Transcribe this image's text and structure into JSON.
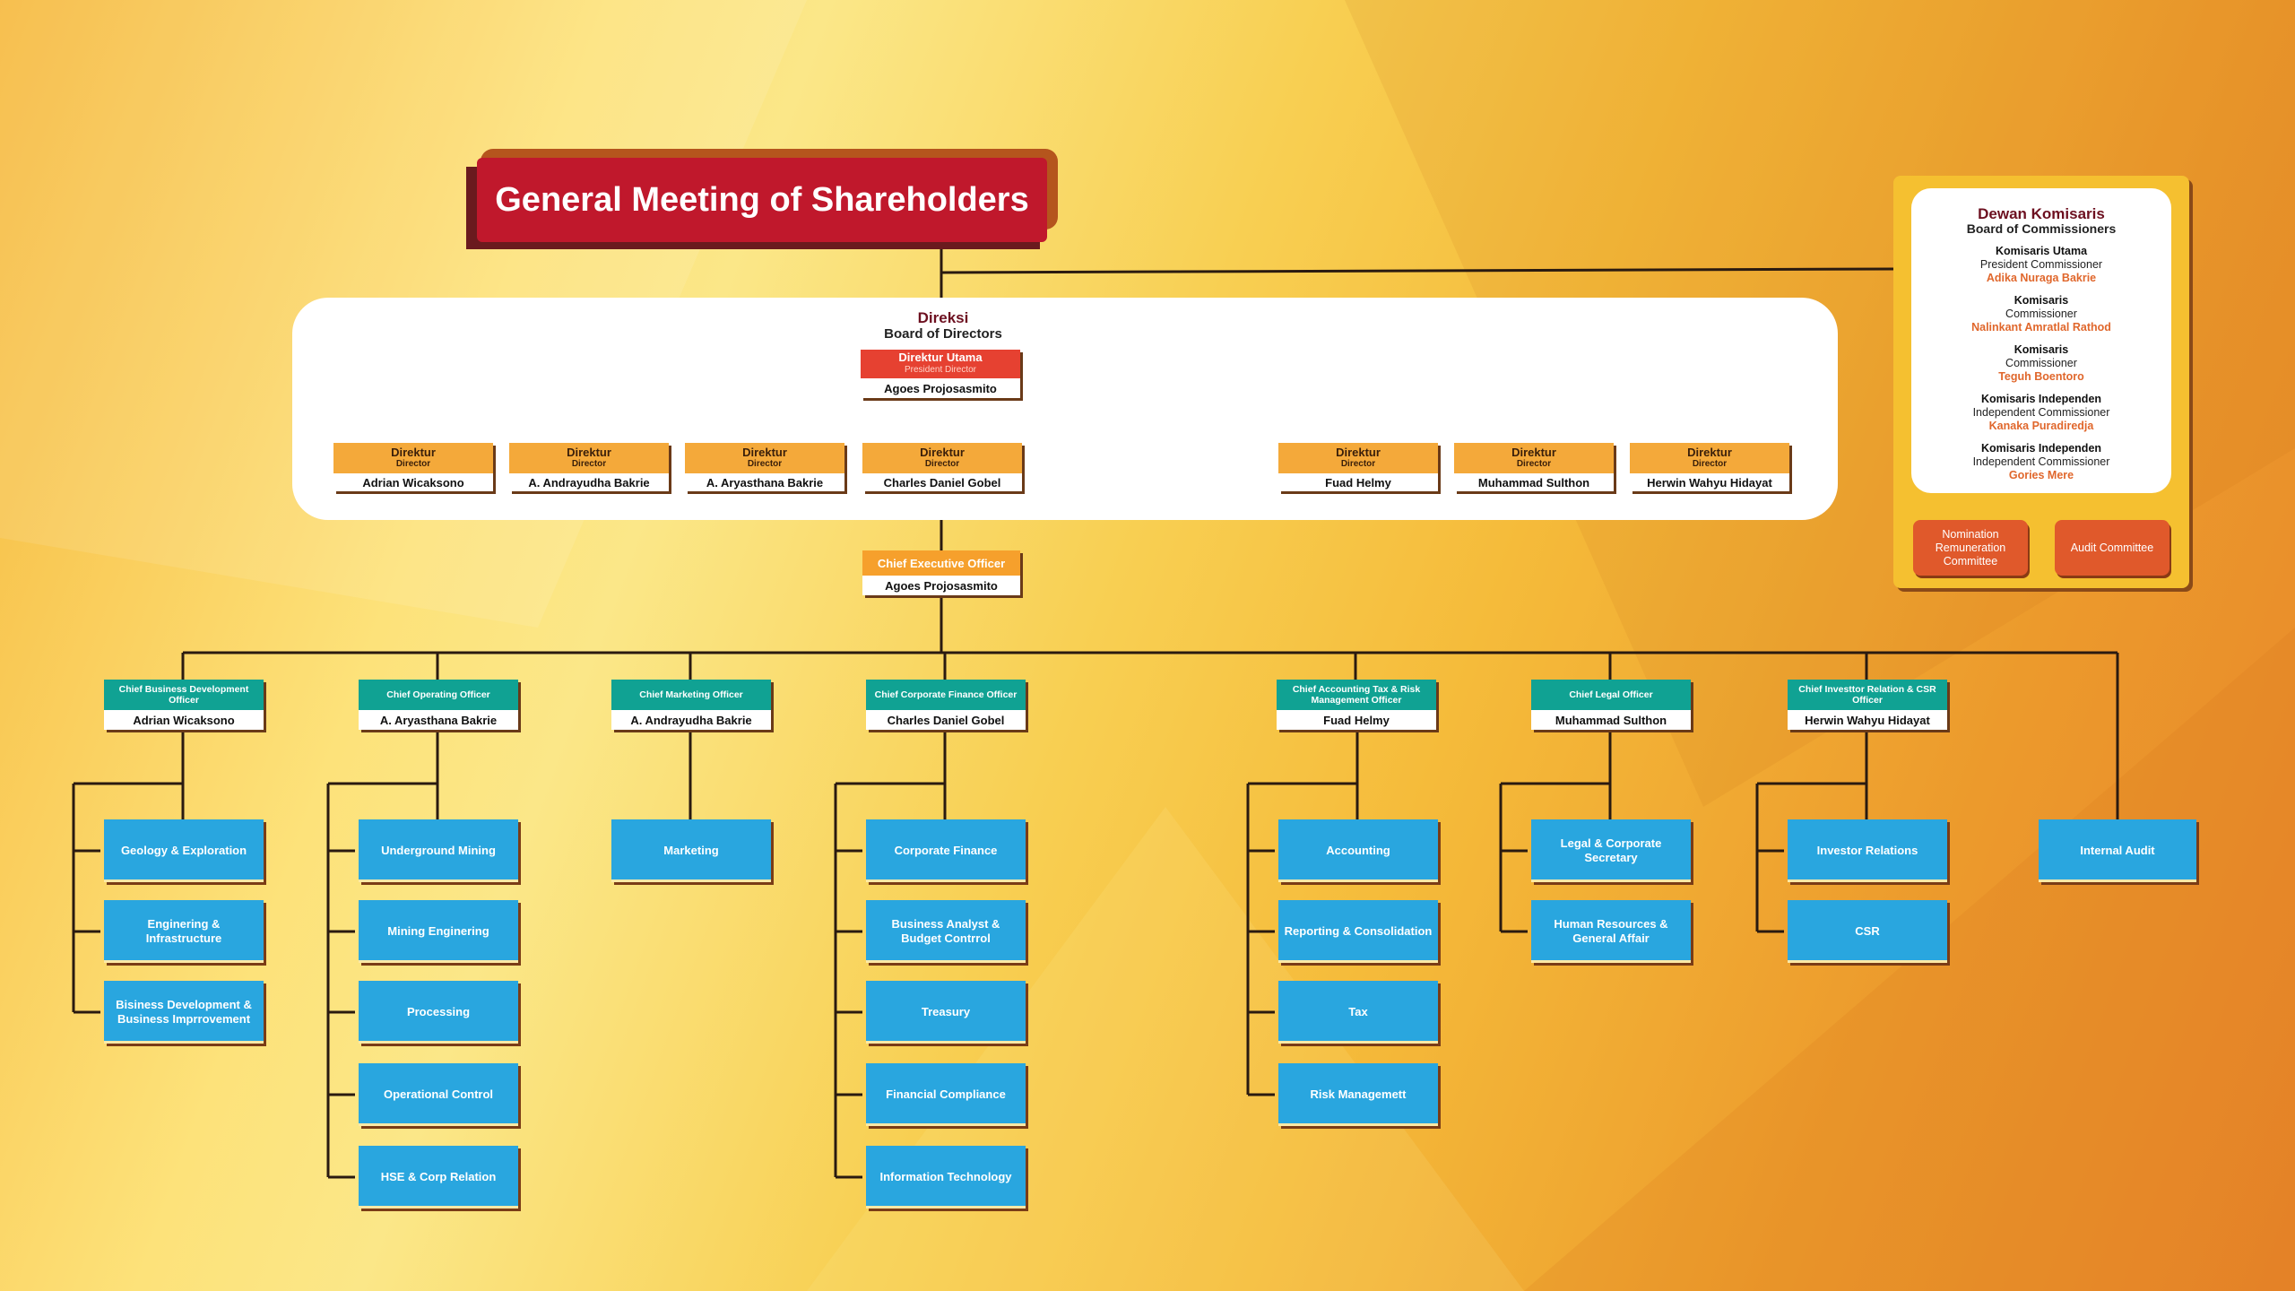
{
  "gms": "General Meeting of Shareholders",
  "directors": {
    "title_id": "Direksi",
    "title_en": "Board of Directors",
    "president": {
      "role_id": "Direktur Utama",
      "role_en": "President Director",
      "name": "Agoes Projosasmito"
    },
    "members": [
      {
        "role_id": "Direktur",
        "role_en": "Director",
        "name": "Adrian Wicaksono"
      },
      {
        "role_id": "Direktur",
        "role_en": "Director",
        "name": "A. Andrayudha Bakrie"
      },
      {
        "role_id": "Direktur",
        "role_en": "Director",
        "name": "A. Aryasthana Bakrie"
      },
      {
        "role_id": "Direktur",
        "role_en": "Director",
        "name": "Charles Daniel Gobel"
      },
      {
        "role_id": "Direktur",
        "role_en": "Director",
        "name": "Fuad Helmy"
      },
      {
        "role_id": "Direktur",
        "role_en": "Director",
        "name": "Muhammad Sulthon"
      },
      {
        "role_id": "Direktur",
        "role_en": "Director",
        "name": "Herwin Wahyu Hidayat"
      }
    ]
  },
  "ceo": {
    "role": "Chief Executive Officer",
    "name": "Agoes Projosasmito"
  },
  "chiefs": [
    {
      "role": "Chief Business Development Officer",
      "name": "Adrian Wicaksono",
      "units": [
        "Geology & Exploration",
        "Enginering & Infrastructure",
        "Bisiness Development & Business Imprrovement"
      ]
    },
    {
      "role": "Chief Operating Officer",
      "name": "A. Aryasthana Bakrie",
      "units": [
        "Underground Mining",
        "Mining Enginering",
        "Processing",
        "Operational Control",
        "HSE & Corp Relation"
      ]
    },
    {
      "role": "Chief Marketing Officer",
      "name": "A. Andrayudha Bakrie",
      "units": [
        "Marketing"
      ]
    },
    {
      "role": "Chief Corporate Finance Officer",
      "name": "Charles Daniel Gobel",
      "units": [
        "Corporate Finance",
        "Business Analyst & Budget Contrrol",
        "Treasury",
        "Financial Compliance",
        "Information Technology"
      ]
    },
    {
      "role": "Chief Accounting Tax & Risk Management Officer",
      "name": "Fuad Helmy",
      "units": [
        "Accounting",
        "Reporting & Consolidation",
        "Tax",
        "Risk Managemett"
      ]
    },
    {
      "role": "Chief Legal Officer",
      "name": "Muhammad Sulthon",
      "units": [
        "Legal & Corporate Secretary",
        "Human Resources & General Affair"
      ]
    },
    {
      "role": "Chief Investtor Relation & CSR Officer",
      "name": "Herwin Wahyu Hidayat",
      "units": [
        "Investor Relations",
        "CSR"
      ]
    }
  ],
  "internal_audit": "Internal Audit",
  "commissioners": {
    "title_id": "Dewan Komisaris",
    "title_en": "Board of Commissioners",
    "members": [
      {
        "role_id": "Komisaris Utama",
        "role_en": "President Commissioner",
        "name": "Adika Nuraga Bakrie"
      },
      {
        "role_id": "Komisaris",
        "role_en": "Commissioner",
        "name": "Nalinkant Amratlal Rathod"
      },
      {
        "role_id": "Komisaris",
        "role_en": "Commissioner",
        "name": "Teguh Boentoro"
      },
      {
        "role_id": "Komisaris Independen",
        "role_en": "Independent Commissioner",
        "name": "Kanaka Puradiredja"
      },
      {
        "role_id": "Komisaris Independen",
        "role_en": "Independent Commissioner",
        "name": "Gories Mere"
      }
    ],
    "committees": [
      "Nomination Remuneration Committee",
      "Audit Committee"
    ]
  },
  "colors": {
    "gms_red": "#c0182c",
    "director_orange": "#f4a93a",
    "president_red": "#e64131",
    "chief_teal": "#10a293",
    "unit_blue": "#29a6df",
    "committee_orange": "#e0592b",
    "commissioner_name": "#e0672c"
  }
}
